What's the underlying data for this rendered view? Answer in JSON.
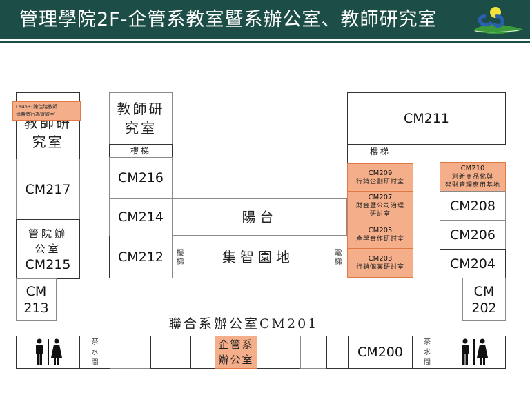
{
  "header": {
    "title": "管理學院2F-企管系教室暨系辦公室、教師研究室",
    "logo": "university-logo",
    "background_color": "#1c4d46"
  },
  "accent_colors": {
    "highlight_room": "#f4ae8a",
    "highlight_border": "#e07a45"
  },
  "left_wing": {
    "faculty_office": "教師研究室",
    "note": {
      "line1": "CM453-陳佳瑢教師",
      "line2": "消費者行為實驗室"
    },
    "cm217": "CM217",
    "cm215_title": "管院辦公室",
    "cm215": "CM215",
    "cm213_a": "CM",
    "cm213_b": "213"
  },
  "center_left": {
    "faculty_office": "教師研究室",
    "stairs_top": "樓梯",
    "cm216": "CM216",
    "cm214": "CM214",
    "cm212": "CM212",
    "stairs_side": "樓梯"
  },
  "center": {
    "balcony": "陽台",
    "garden": "集智園地",
    "elevator": "電梯",
    "joint_office": "聯合系辦公室CM201"
  },
  "right_center": {
    "cm211": "CM211",
    "stairs": "樓梯",
    "rooms": [
      {
        "code": "CM209",
        "name": "行銷企劃研討室"
      },
      {
        "code": "CM207",
        "name": "財金暨公司治理研討室"
      },
      {
        "code": "CM205",
        "name": "產學合作研討室"
      },
      {
        "code": "CM203",
        "name": "行銷個案研討室"
      }
    ]
  },
  "right_wing": {
    "cm210": {
      "code": "CM210",
      "line1": "創新商品化與",
      "line2": "智財管理應用基地"
    },
    "cm208": "CM208",
    "cm206": "CM206",
    "cm204": "CM204",
    "cm202_a": "CM",
    "cm202_b": "202"
  },
  "bottom_row": {
    "restroom_left": "restroom-icon",
    "pantry_left": "茶水間",
    "dept_office": "企管系辦公室",
    "cm200": "CM200",
    "pantry_right": "茶水間",
    "restroom_right": "restroom-icon"
  }
}
